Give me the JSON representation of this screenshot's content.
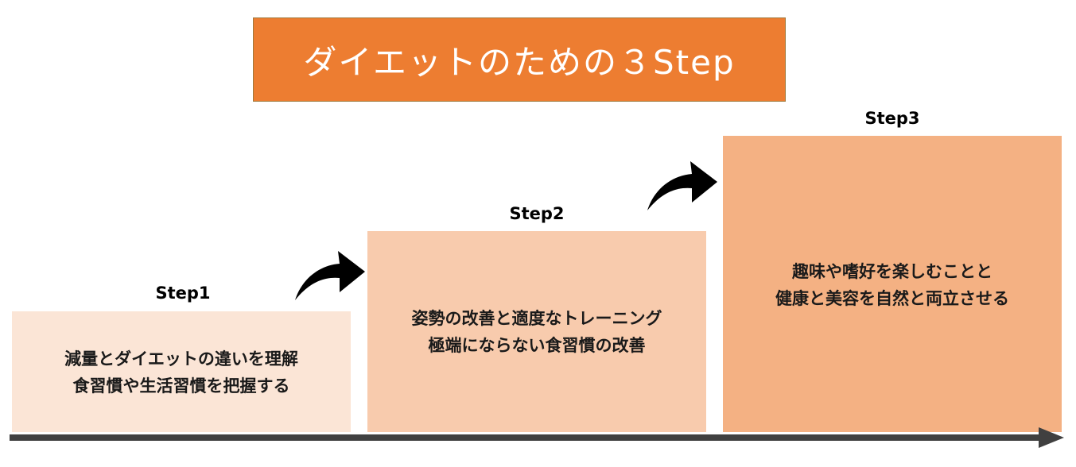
{
  "title": {
    "text": "ダイエットのための３Step",
    "background": "#ED7D31"
  },
  "steps": [
    {
      "label": "Step1",
      "lines": [
        "減量とダイエットの違いを理解",
        "食習慣や生活習慣を把握する"
      ],
      "color": "#FBE5D6"
    },
    {
      "label": "Step2",
      "lines": [
        "姿勢の改善と適度なトレーニング",
        "極端にならない食習慣の改善"
      ],
      "color": "#F8CBAD"
    },
    {
      "label": "Step3",
      "lines": [
        "趣味や嗜好を楽しむことと",
        "健康と美容を自然と両立させる"
      ],
      "color": "#F4B183"
    }
  ],
  "arrow_color": "#000000",
  "timeline_color": "#404040"
}
